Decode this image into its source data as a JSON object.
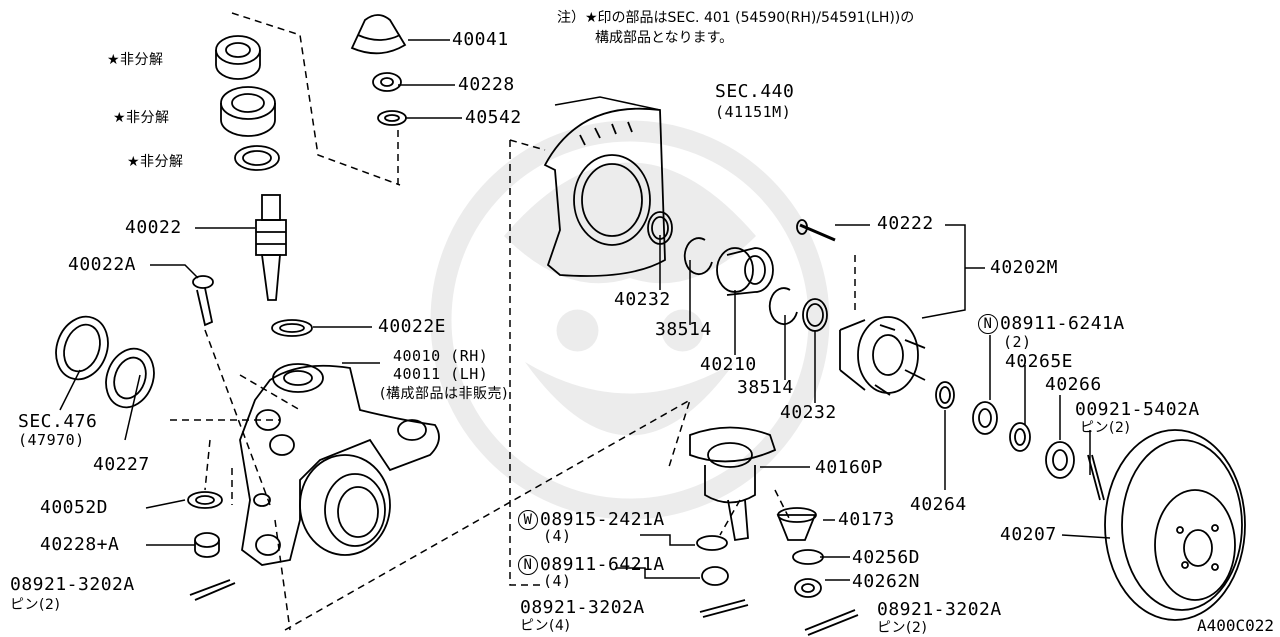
{
  "note": {
    "line1": "注）★印の部品はSEC. 401 (54590(RH)/54591(LH))の",
    "line2": "構成部品となります。"
  },
  "star_labels": [
    "★非分解",
    "★非分解",
    "★非分解"
  ],
  "parts": {
    "p40041": "40041",
    "p40228": "40228",
    "p40542": "40542",
    "p40022": "40022",
    "p40022A": "40022A",
    "p40022E": "40022E",
    "p40010": "40010 (RH)",
    "p40011": "40011 (LH)",
    "p40011_note": "(構成部品は非販売)",
    "sec476": "SEC.476",
    "sec476_sub": "(47970)",
    "p40227": "40227",
    "p40052D": "40052D",
    "p40228A": "40228+A",
    "pin1": "08921-3202A",
    "pin1_sub": "ピン(2)",
    "sec440": "SEC.440",
    "sec440_sub": "(41151M)",
    "p40232a": "40232",
    "p38514a": "38514",
    "p40210": "40210",
    "p38514b": "38514",
    "p40232b": "40232",
    "p40222": "40222",
    "p40202M": "40202M",
    "n08911a_prefix": "N",
    "n08911a": "08911-6241A",
    "n08911a_sub": "(2)",
    "p40265E": "40265E",
    "p40266": "40266",
    "p00921": "00921-5402A",
    "p00921_sub": "ピン(2)",
    "p40160P": "40160P",
    "w08915_prefix": "W",
    "w08915": "08915-2421A",
    "w08915_sub": "(4)",
    "n08911b_prefix": "N",
    "n08911b": "08911-6421A",
    "n08911b_sub": "(4)",
    "pin2": "08921-3202A",
    "pin2_sub": "ピン(4)",
    "p40173": "40173",
    "p40256D": "40256D",
    "p40262N": "40262N",
    "pin3": "08921-3202A",
    "pin3_sub": "ピン(2)",
    "p40264": "40264",
    "p40207": "40207"
  },
  "ref_code": "A400C022"
}
